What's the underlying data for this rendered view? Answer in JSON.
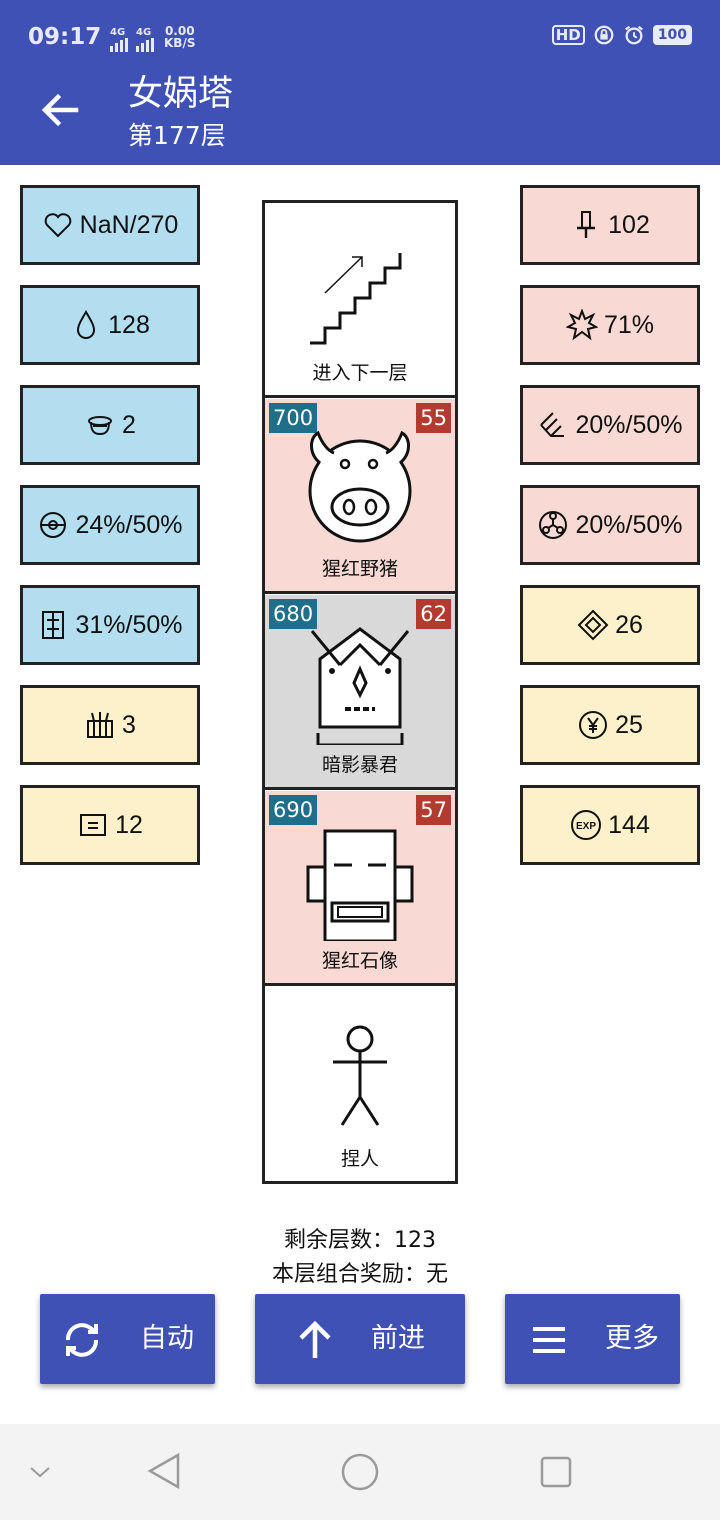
{
  "status_bar": {
    "time": "09:17",
    "signal_1": "4G",
    "signal_2": "4G",
    "speed_value": "0.00",
    "speed_unit": "KB/S",
    "hd": "HD",
    "battery": "100",
    "icons": [
      "hd-icon",
      "lock-rotation-icon",
      "alarm-icon",
      "battery-icon"
    ]
  },
  "header": {
    "title": "女娲塔",
    "subtitle": "第177层",
    "back_icon": "arrow-left-icon"
  },
  "left_stats": [
    {
      "icon": "heart-icon",
      "value": "NaN/270",
      "color": "blue"
    },
    {
      "icon": "drop-icon",
      "value": "128",
      "color": "blue"
    },
    {
      "icon": "helmet-icon",
      "value": "2",
      "color": "blue"
    },
    {
      "icon": "ring-icon",
      "value": "24%/50%",
      "color": "blue"
    },
    {
      "icon": "shield-icon",
      "value": "31%/50%",
      "color": "blue"
    },
    {
      "icon": "treasure-icon",
      "value": "3",
      "color": "yellow"
    },
    {
      "icon": "scroll-icon",
      "value": "12",
      "color": "yellow"
    }
  ],
  "right_stats": [
    {
      "icon": "sword-icon",
      "value": "102",
      "color": "pink"
    },
    {
      "icon": "burst-icon",
      "value": "71%",
      "color": "pink"
    },
    {
      "icon": "slash-icon",
      "value": "20%/50%",
      "color": "pink"
    },
    {
      "icon": "radiation-icon",
      "value": "20%/50%",
      "color": "pink"
    },
    {
      "icon": "diamond-icon",
      "value": "26",
      "color": "yellow"
    },
    {
      "icon": "yen-coin-icon",
      "value": "25",
      "color": "yellow"
    },
    {
      "icon": "exp-icon",
      "value": "144",
      "color": "yellow"
    }
  ],
  "tower": {
    "floors": [
      {
        "name": "进入下一层",
        "icon": "stairs-icon",
        "background": "#ffffff",
        "hp": null,
        "atk": null
      },
      {
        "name": "猩红野猪",
        "icon": "boar-icon",
        "background": "#f8d9d4",
        "hp": "700",
        "atk": "55"
      },
      {
        "name": "暗影暴君",
        "icon": "tyrant-icon",
        "background": "#d9d9d9",
        "hp": "680",
        "atk": "62"
      },
      {
        "name": "猩红石像",
        "icon": "statue-icon",
        "background": "#f8d9d4",
        "hp": "690",
        "atk": "57"
      },
      {
        "name": "捏人",
        "icon": "stick-figure-icon",
        "background": "#ffffff",
        "hp": null,
        "atk": null
      }
    ]
  },
  "info": {
    "remaining_floors": "剩余层数：123",
    "combo_reward": "本层组合奖励：无"
  },
  "buttons": {
    "auto": {
      "label": "自动",
      "icon": "refresh-icon"
    },
    "forward": {
      "label": "前进",
      "icon": "arrow-up-icon"
    },
    "more": {
      "label": "更多",
      "icon": "menu-icon"
    }
  },
  "nav": [
    "chevron-down-icon",
    "back-triangle-icon",
    "home-circle-icon",
    "recents-square-icon"
  ],
  "colors": {
    "primary": "#3f51b5",
    "blue_box": "#b3def0",
    "pink_box": "#f8d9d4",
    "yellow_box": "#fdf1cb",
    "hp_badge": "#1f6f8b",
    "atk_badge": "#b23a2e"
  }
}
